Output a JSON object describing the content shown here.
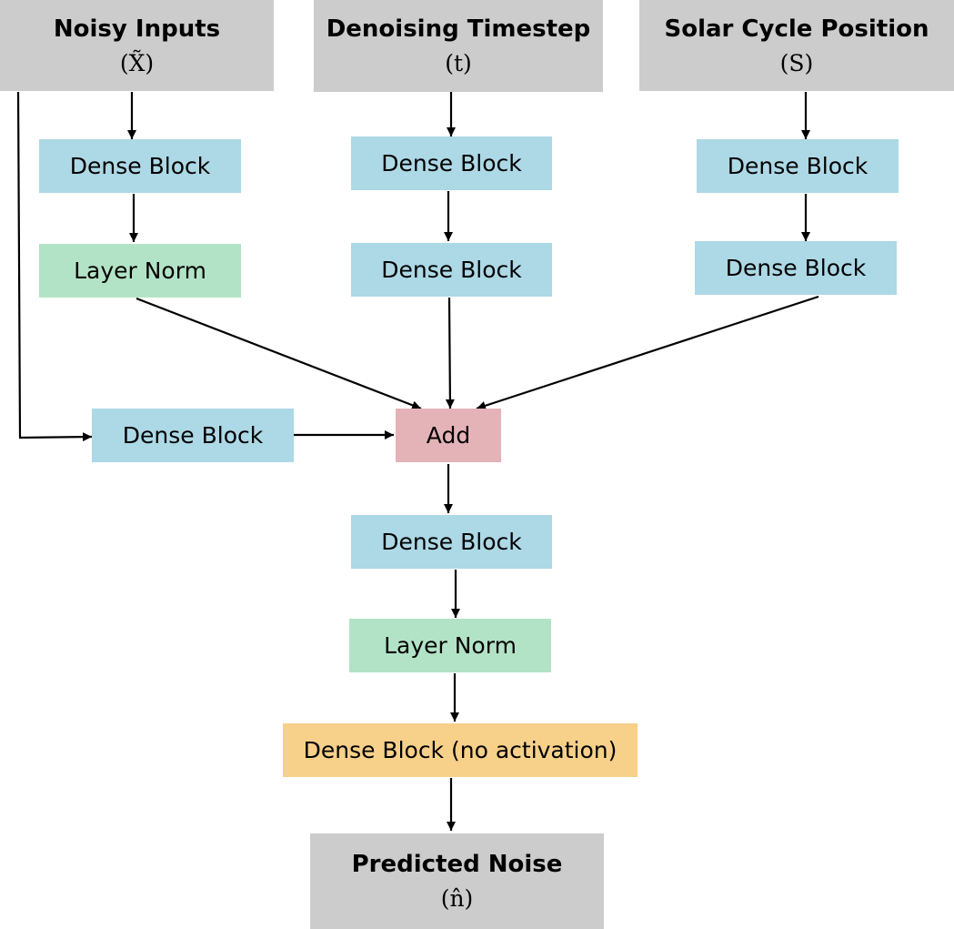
{
  "inputs": {
    "noisy": {
      "title": "Noisy Inputs",
      "symbol": "(X̃)"
    },
    "timestep": {
      "title": "Denoising Timestep",
      "symbol": "(t)"
    },
    "solar": {
      "title": "Solar Cycle Position",
      "symbol": "(S)"
    }
  },
  "blocks": {
    "dense": "Dense Block",
    "layer_norm": "Layer Norm",
    "add": "Add",
    "dense_no_act": "Dense Block (no activation)"
  },
  "output": {
    "title": "Predicted Noise",
    "symbol": "(n̂)"
  },
  "colors": {
    "io": "#cccccc",
    "dense": "#add8e6",
    "layer_norm": "#b3e3c6",
    "add": "#e3b3b8",
    "final": "#f7d08a"
  }
}
